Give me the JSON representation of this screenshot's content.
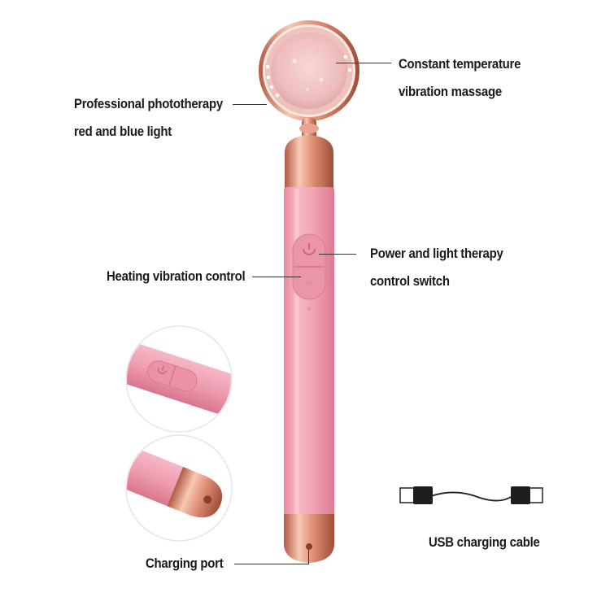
{
  "callouts": {
    "constant_temperature": [
      "Constant temperature",
      "vibration massage"
    ],
    "phototherapy": [
      "Professional phototherapy",
      "red and blue light"
    ],
    "power_switch": [
      "Power and light therapy",
      "control switch"
    ],
    "heating_control": "Heating vibration control",
    "usb_cable": "USB charging cable",
    "charging_port": "Charging port"
  },
  "icons": [
    "power-icon",
    "heat-icon",
    "usb-plug-icon"
  ],
  "colors": {
    "body_pink": "#f0a4b4",
    "rose_gold": "#d9826a",
    "rose_quartz": "#f2c9c9",
    "background": "#ffffff"
  }
}
